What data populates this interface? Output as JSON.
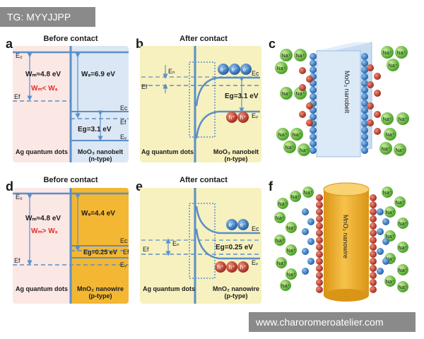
{
  "tag": "TG: MYYJJPP",
  "watermark": "www.charoromeroatelier.com",
  "panels": {
    "a": {
      "letter": "a",
      "title": "Before contact",
      "e0": "E₀",
      "wm": "Wₘ≈4.8 eV",
      "ws": "Wₛ=6.9 eV",
      "compare": "Wₘ< Wₛ",
      "ef": "Ef",
      "ec": "Ec",
      "ef2": "Ef",
      "eg": "Eg=3.1 eV",
      "ev": "Eᵥ",
      "left_caption": "Ag quantum dots",
      "right_caption_1": "MoO₃ nanobelt",
      "right_caption_2": "(n-type)"
    },
    "b": {
      "letter": "b",
      "title": "After contact",
      "en": "Eₙ",
      "ef": "Ef",
      "ec": "Ec",
      "eg": "Eg=3.1 eV",
      "ev": "Eᵥ",
      "electron": "e⁻",
      "hole": "h⁺",
      "left_caption": "Ag quantum dots",
      "right_caption_1": "MoO₃ nanobelt",
      "right_caption_2": "(n-type)"
    },
    "c": {
      "letter": "c",
      "label": "MoO₃ nanobelt",
      "ion": "Na⁺"
    },
    "d": {
      "letter": "d",
      "title": "Before contact",
      "e0": "E₀",
      "wm": "Wₘ≈4.8 eV",
      "ws": "Wₛ=4.4 eV",
      "compare": "Wₘ> Wₛ",
      "ef": "Ef",
      "ec": "Ec",
      "ef2": "Ef",
      "eg": "Eg=0.25 eV",
      "ev": "Eᵥ",
      "left_caption": "Ag quantum dots",
      "right_caption_1": "MnO₂ nanowire",
      "right_caption_2": "(p-type)"
    },
    "e": {
      "letter": "e",
      "title": "After contact",
      "en": "Eₙ",
      "ef": "Ef",
      "ec": "Ec",
      "eg": "Eg=0.25 eV",
      "ev": "Eᵥ",
      "electron": "e⁻",
      "hole": "h⁺",
      "left_caption": "Ag quantum dots",
      "right_caption_1": "MnO₂ nanowire",
      "right_caption_2": "(p-type)"
    },
    "f": {
      "letter": "f",
      "label": "MnO₂ nanowire",
      "ion": "Na⁺"
    }
  },
  "colors": {
    "band_line": "#5b8fc7",
    "dash_line": "#5b8fc7",
    "red_text": "#e0302a",
    "metal_bg": "#fbe7e4",
    "n_bg": "#dbe7f5",
    "p_bg": "#f3b733",
    "after_bg": "#f7f1bf",
    "electron": "#2a6fb5",
    "hole": "#c0392b",
    "ion": "#6fbe3a",
    "nanobelt": "#dce9f7",
    "nanowire": "#f2b532"
  },
  "icons": [
    "electron-icon",
    "hole-icon",
    "sodium-ion-icon",
    "up-down-arrow-icon"
  ]
}
